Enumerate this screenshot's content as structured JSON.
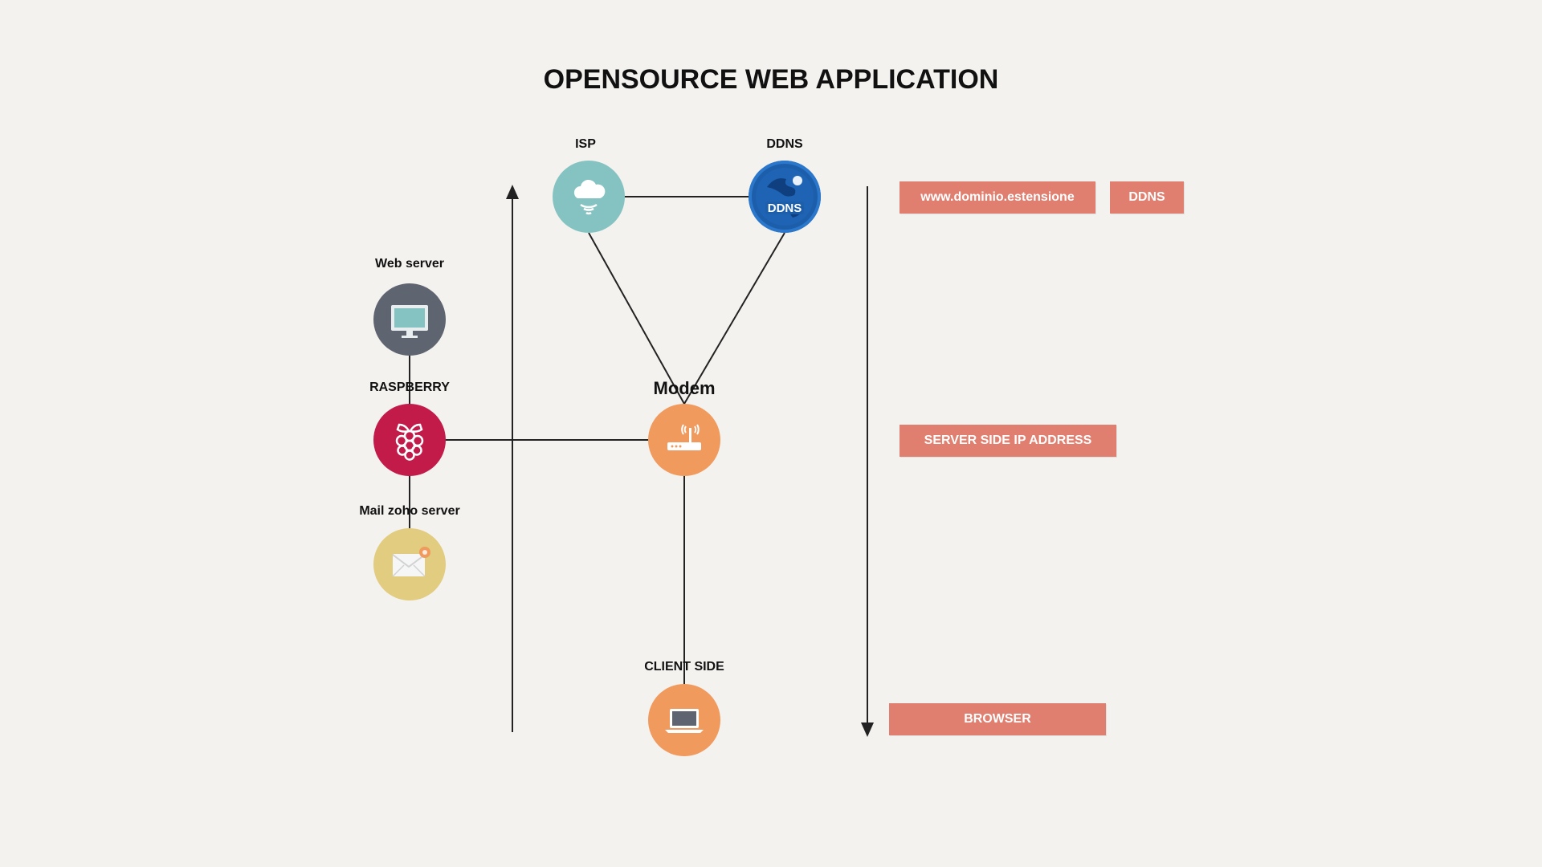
{
  "title": "OPENSOURCE WEB APPLICATION",
  "nodes": {
    "isp": {
      "label": "ISP",
      "color": "#85c3c2",
      "icon": "cloud-icon"
    },
    "ddns": {
      "label": "DDNS",
      "icon_text": "DDNS",
      "color": "#1d5eaa",
      "icon": "globe-icon"
    },
    "web_server": {
      "label": "Web server",
      "color": "#5e6571",
      "icon": "monitor-icon"
    },
    "raspberry": {
      "label": "RASPBERRY",
      "color": "#c21b4a",
      "icon": "raspberry-icon"
    },
    "mail": {
      "label": "Mail zoho server",
      "color": "#e1cc7f",
      "icon": "mail-icon"
    },
    "modem": {
      "label": "Modem",
      "color": "#f09a5e",
      "icon": "router-icon"
    },
    "client": {
      "label": "CLIENT SIDE",
      "color": "#f09a5e",
      "icon": "laptop-icon"
    }
  },
  "tags": {
    "domain": "www.dominio.estensione",
    "ddns": "DDNS",
    "server_ip": "SERVER SIDE IP ADDRESS",
    "browser": "BROWSER"
  },
  "colors": {
    "tag": "#e07f6f",
    "line": "#222222",
    "background": "#f4f2ef"
  }
}
